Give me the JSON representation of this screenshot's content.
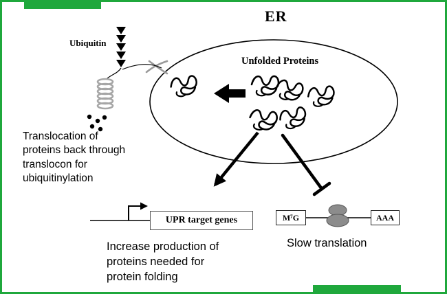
{
  "colors": {
    "frame_green": "#1fa83c",
    "membrane_black": "#000000",
    "translocon_gray": "#a6a6a6",
    "ribosome_gray": "#8c8c8c"
  },
  "diagram": {
    "er_label": "ER",
    "unfolded_proteins_label": "Unfolded Proteins",
    "ubiquitin_label": "Ubiquitin",
    "translocation_note": "Translocation of\nproteins back through\ntranslocon for\nubiquitinylation",
    "upr_box_label": "UPR target genes",
    "m7g_label": "M⁷G",
    "aaa_label": "AAA",
    "slow_translation_note": "Slow translation",
    "increase_production_note": "Increase production of\nproteins needed for\nprotein folding"
  }
}
